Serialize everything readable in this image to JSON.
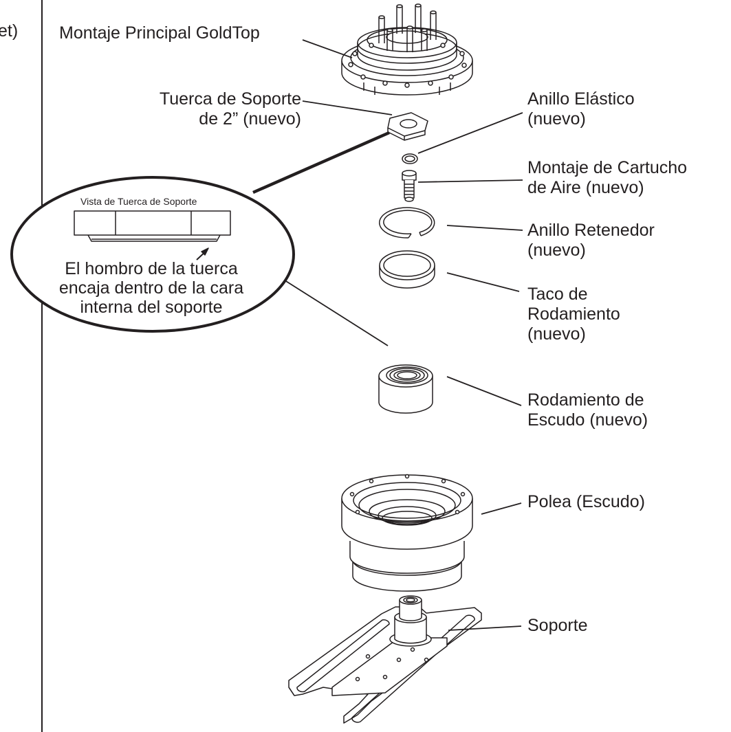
{
  "page_fragment": "et)",
  "labels": {
    "main_assembly": "Montaje Principal GoldTop",
    "support_nut": [
      "Tuerca de Soporte",
      "de 2” (nuevo)"
    ],
    "snap_ring": [
      "Anillo Elástico",
      "(nuevo)"
    ],
    "air_cartridge": [
      "Montaje de Cartucho",
      "de Aire (nuevo)"
    ],
    "retaining_ring": [
      "Anillo Retenedor",
      "(nuevo)"
    ],
    "bearing_spacer": [
      "Taco de",
      "Rodamiento",
      "(nuevo)"
    ],
    "shield_bearing": [
      "Rodamiento de",
      "Escudo (nuevo)"
    ],
    "pulley": "Polea (Escudo)",
    "support": "Soporte"
  },
  "inset": {
    "title": "Vista de Tuerca de Soporte",
    "note": [
      "El hombro de la tuerca",
      "encaja dentro de la cara",
      "interna del soporte"
    ]
  },
  "colors": {
    "ink": "#231f20",
    "paper": "#ffffff"
  }
}
